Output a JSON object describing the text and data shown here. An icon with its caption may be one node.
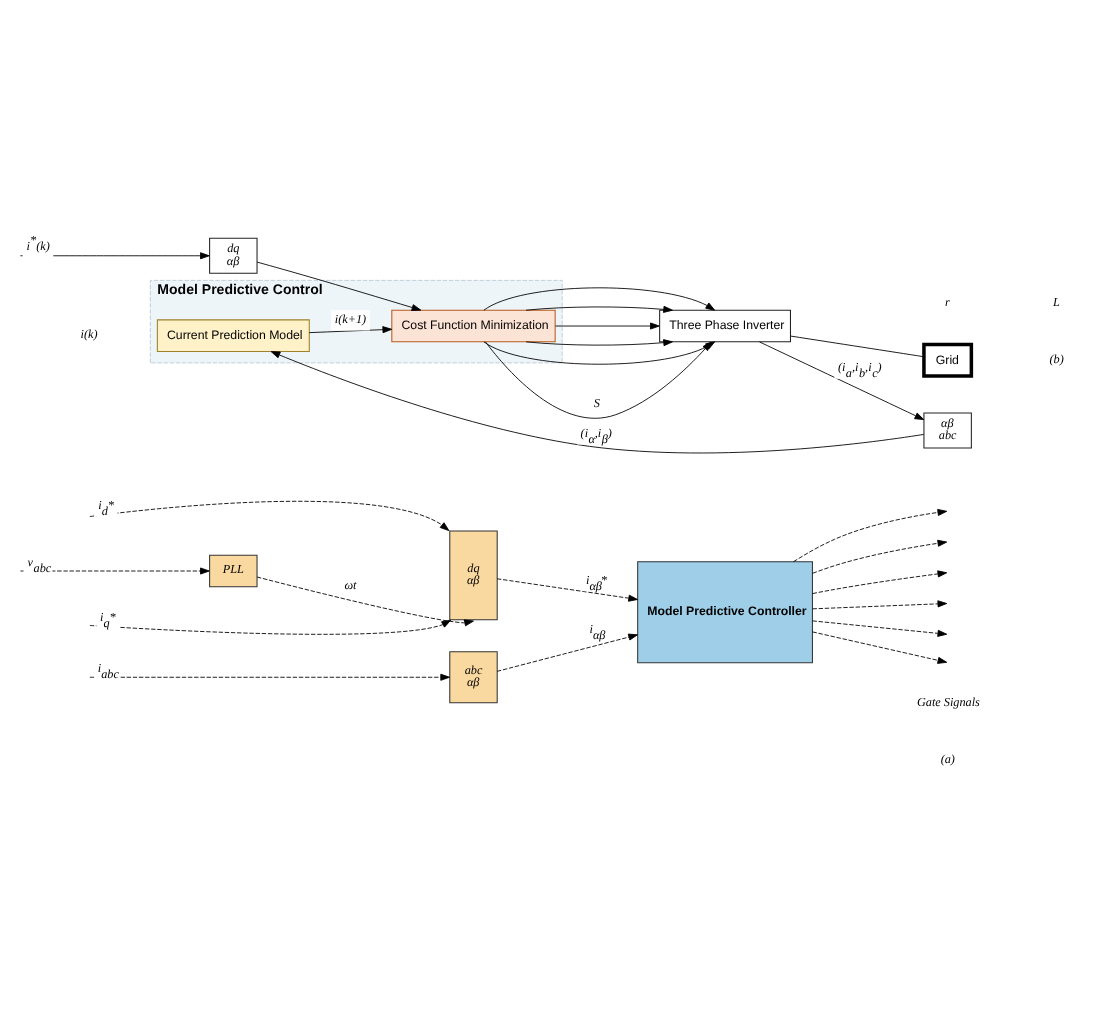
{
  "diagram": {
    "nodes": [
      {
        "text": [
          "abc",
          "αβ"
        ]
      },
      {
        "text": [
          "dq",
          "αβ"
        ]
      },
      {
        "text": [
          "PLL"
        ]
      },
      {
        "text": [
          "Model Predictive Controller"
        ]
      },
      {
        "text": [
          "Model Predictive Control"
        ]
      },
      {
        "text": [
          "dq",
          "αβ"
        ]
      },
      {
        "text": [
          "Current Prediction Model"
        ],
        "in": 4
      },
      {
        "text": [
          "Cost Function Minimization"
        ],
        "in": 4
      },
      {
        "text": [
          "Three Phase Inverter"
        ]
      },
      {
        "text": [
          "Grid"
        ]
      },
      {
        "text": [
          "αβ",
          "abc"
        ]
      }
    ],
    "edges": [
      {
        "from": null,
        "to": 0,
        "arrow": "to",
        "label": "i$_{abc}$",
        "style": "dashed"
      },
      {
        "from": null,
        "to": 1,
        "arrow": "to",
        "label": "i$_{d}$*",
        "style": "dashed"
      },
      {
        "from": null,
        "to": 1,
        "arrow": "to",
        "label": "i$_{q}$*",
        "style": "dashed"
      },
      {
        "from": null,
        "to": 2,
        "arrow": "to",
        "label": "v$_{abc}$",
        "style": "dashed"
      },
      {
        "from": 2,
        "to": 1,
        "arrow": "to",
        "label": "ωt",
        "style": "dashed"
      },
      {
        "from": 0,
        "to": 3,
        "arrow": "to",
        "label": "i$_{αβ}$",
        "style": "dashed"
      },
      {
        "from": 1,
        "to": 3,
        "arrow": "to",
        "label": "i$_{αβ}$*",
        "style": "dashed"
      },
      {
        "from": 3,
        "to": null,
        "arrow": "to",
        "style": "dashed"
      },
      {
        "from": 3,
        "to": null,
        "arrow": "to",
        "style": "dashed"
      },
      {
        "from": 3,
        "to": null,
        "arrow": "to",
        "style": "dashed"
      },
      {
        "from": 3,
        "to": null,
        "arrow": "to",
        "style": "dashed"
      },
      {
        "from": 3,
        "to": null,
        "arrow": "to",
        "style": "dashed"
      },
      {
        "from": 3,
        "to": null,
        "arrow": "to",
        "style": "dashed"
      },
      {
        "from": null,
        "to": 5,
        "arrow": "to",
        "label": "i$^{*}$(k)"
      },
      {
        "from": 5,
        "to": 7,
        "arrow": "to"
      },
      {
        "from": 6,
        "to": 7,
        "arrow": "to",
        "label": "i(k+1)"
      },
      {
        "from": 7,
        "to": 8,
        "arrow": "to",
        "label": "S"
      },
      {
        "from": 7,
        "to": 8,
        "arrow": "to"
      },
      {
        "from": 7,
        "to": 8,
        "arrow": "to"
      },
      {
        "from": 7,
        "to": 8,
        "arrow": "to"
      },
      {
        "from": 7,
        "to": 8,
        "arrow": "to"
      },
      {
        "from": 7,
        "to": 8,
        "arrow": "to"
      },
      {
        "from": 8,
        "to": 9,
        "arrow": "none"
      },
      {
        "from": 8,
        "to": 10,
        "arrow": "to",
        "label": "(i$_{a}$,i$_{b}$,i$_{c}$)"
      },
      {
        "from": 10,
        "to": 6,
        "arrow": "to",
        "label": "(i$_{α}$,i$_{β}$)"
      }
    ],
    "labels": [
      "Gate Signals",
      "(a)",
      "i(k)",
      "r",
      "L",
      "(b)"
    ]
  }
}
